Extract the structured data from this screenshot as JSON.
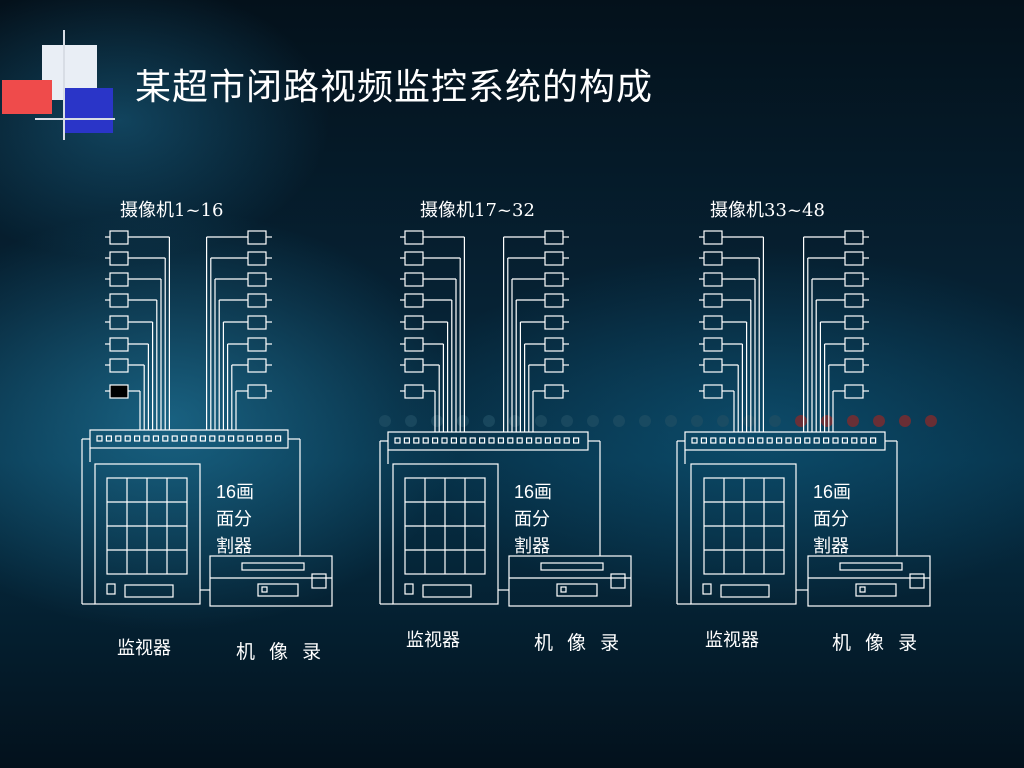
{
  "title": "某超市闭路视频监控系统的构成",
  "groups": [
    {
      "camera_label": "摄像机1~16",
      "splitter_label": "16画面分割器",
      "monitor_label": "监视器",
      "recorder_label": "机 像 录"
    },
    {
      "camera_label": "摄像机17~32",
      "splitter_label": "16画面分割器",
      "monitor_label": "监视器",
      "recorder_label": "机 像 录"
    },
    {
      "camera_label": "摄像机33~48",
      "splitter_label": "16画面分割器",
      "monitor_label": "监视器",
      "recorder_label": "机 像 录"
    }
  ],
  "colors": {
    "line": "#ffffff",
    "background": "#062234",
    "deco_red": "#e84a4a",
    "deco_blue": "#2a35c8"
  }
}
